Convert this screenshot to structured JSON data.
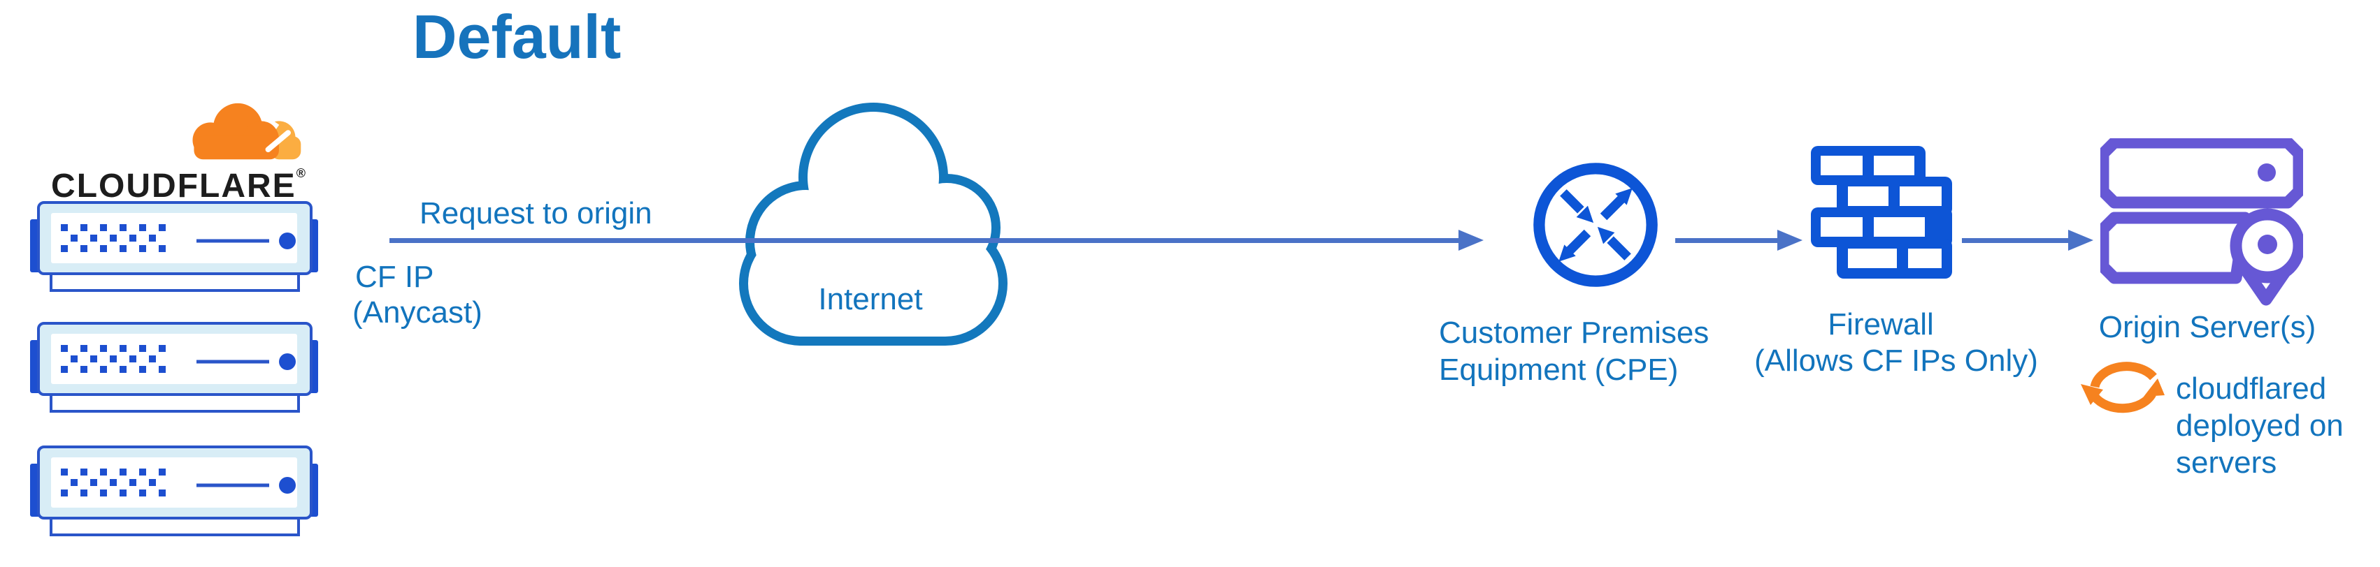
{
  "title": "Default",
  "cloudflare": {
    "brand": "CLOUDFLARE",
    "registered": "®"
  },
  "labels": {
    "request_to_origin": "Request to origin",
    "cf_ip_line1": "CF IP",
    "cf_ip_line2": "(Anycast)",
    "internet": "Internet",
    "cpe_line1": "Customer Premises",
    "cpe_line2": "Equipment (CPE)",
    "firewall_line1": "Firewall",
    "firewall_line2": "(Allows CF IPs Only)",
    "origin_servers": "Origin Server(s)",
    "cloudflared_line1": "cloudflared",
    "cloudflared_line2": "deployed on",
    "cloudflared_line3": "servers"
  },
  "icons": {
    "cloudflare_logo": "orange cloudflare cloud logo",
    "edge_server": "cloudflare edge server rack (x3)",
    "internet_cloud": "internet cloud outline",
    "cpe_router": "router circle with four arrows",
    "firewall": "brick wall",
    "origin_server": "purple server rack with location pin",
    "sync": "orange circular sync arrows"
  },
  "colors": {
    "text_blue": "#1274bd",
    "title_blue": "#1673bc",
    "connector_blue": "#4a72c7",
    "icon_royal_blue": "#0d55d6",
    "server_stroke_blue": "#2a55c9",
    "server_fill_light": "#d8edf6",
    "cloud_stroke": "#1378bd",
    "purple": "#6658d5",
    "orange": "#f6821f",
    "orange_light": "#fbad41",
    "wordmark_black": "#1d1d1d"
  }
}
